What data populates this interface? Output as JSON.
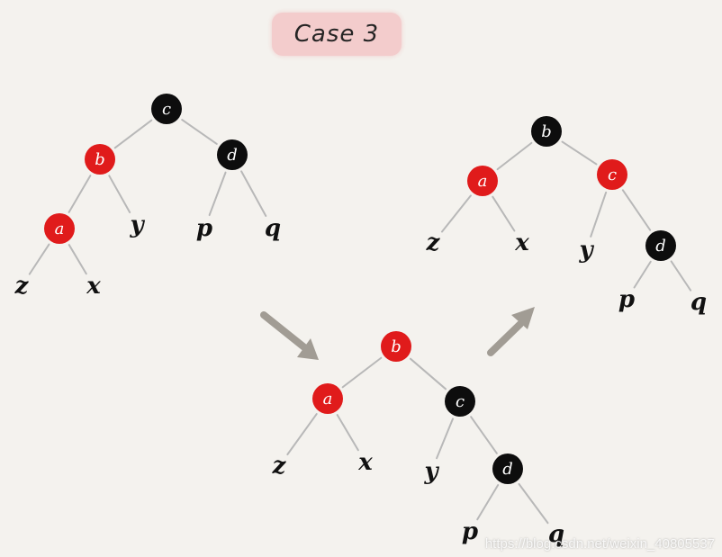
{
  "title": "Case 3",
  "colors": {
    "red": "#e01b1b",
    "black": "#0d0d0d",
    "edge": "#b8b8b8",
    "arrow": "#a19c94"
  },
  "trees": [
    {
      "id": "tree-before",
      "nodes": [
        {
          "id": "c",
          "label": "c",
          "color": "black"
        },
        {
          "id": "b",
          "label": "b",
          "color": "red"
        },
        {
          "id": "d",
          "label": "d",
          "color": "black"
        },
        {
          "id": "a",
          "label": "a",
          "color": "red"
        },
        {
          "id": "y",
          "label": "y",
          "color": "leaf"
        },
        {
          "id": "p",
          "label": "p",
          "color": "leaf"
        },
        {
          "id": "q",
          "label": "q",
          "color": "leaf"
        },
        {
          "id": "z",
          "label": "z",
          "color": "leaf"
        },
        {
          "id": "x",
          "label": "x",
          "color": "leaf"
        }
      ],
      "edges": [
        [
          "c",
          "b"
        ],
        [
          "c",
          "d"
        ],
        [
          "b",
          "a"
        ],
        [
          "b",
          "y"
        ],
        [
          "d",
          "p"
        ],
        [
          "d",
          "q"
        ],
        [
          "a",
          "z"
        ],
        [
          "a",
          "x"
        ]
      ]
    },
    {
      "id": "tree-rotated",
      "nodes": [
        {
          "id": "b",
          "label": "b",
          "color": "red"
        },
        {
          "id": "a",
          "label": "a",
          "color": "red"
        },
        {
          "id": "c",
          "label": "c",
          "color": "black"
        },
        {
          "id": "z",
          "label": "z",
          "color": "leaf"
        },
        {
          "id": "x",
          "label": "x",
          "color": "leaf"
        },
        {
          "id": "y",
          "label": "y",
          "color": "leaf"
        },
        {
          "id": "d",
          "label": "d",
          "color": "black"
        },
        {
          "id": "p",
          "label": "p",
          "color": "leaf"
        },
        {
          "id": "q",
          "label": "q",
          "color": "leaf"
        }
      ],
      "edges": [
        [
          "b",
          "a"
        ],
        [
          "b",
          "c"
        ],
        [
          "a",
          "z"
        ],
        [
          "a",
          "x"
        ],
        [
          "c",
          "y"
        ],
        [
          "c",
          "d"
        ],
        [
          "d",
          "p"
        ],
        [
          "d",
          "q"
        ]
      ]
    },
    {
      "id": "tree-after",
      "nodes": [
        {
          "id": "b",
          "label": "b",
          "color": "black"
        },
        {
          "id": "a",
          "label": "a",
          "color": "red"
        },
        {
          "id": "c",
          "label": "c",
          "color": "red"
        },
        {
          "id": "z",
          "label": "z",
          "color": "leaf"
        },
        {
          "id": "x",
          "label": "x",
          "color": "leaf"
        },
        {
          "id": "y",
          "label": "y",
          "color": "leaf"
        },
        {
          "id": "d",
          "label": "d",
          "color": "black"
        },
        {
          "id": "p",
          "label": "p",
          "color": "leaf"
        },
        {
          "id": "q",
          "label": "q",
          "color": "leaf"
        }
      ],
      "edges": [
        [
          "b",
          "a"
        ],
        [
          "b",
          "c"
        ],
        [
          "a",
          "z"
        ],
        [
          "a",
          "x"
        ],
        [
          "c",
          "y"
        ],
        [
          "c",
          "d"
        ],
        [
          "d",
          "p"
        ],
        [
          "d",
          "q"
        ]
      ]
    }
  ],
  "watermark": "https://blog.csdn.net/weixin_40805537"
}
